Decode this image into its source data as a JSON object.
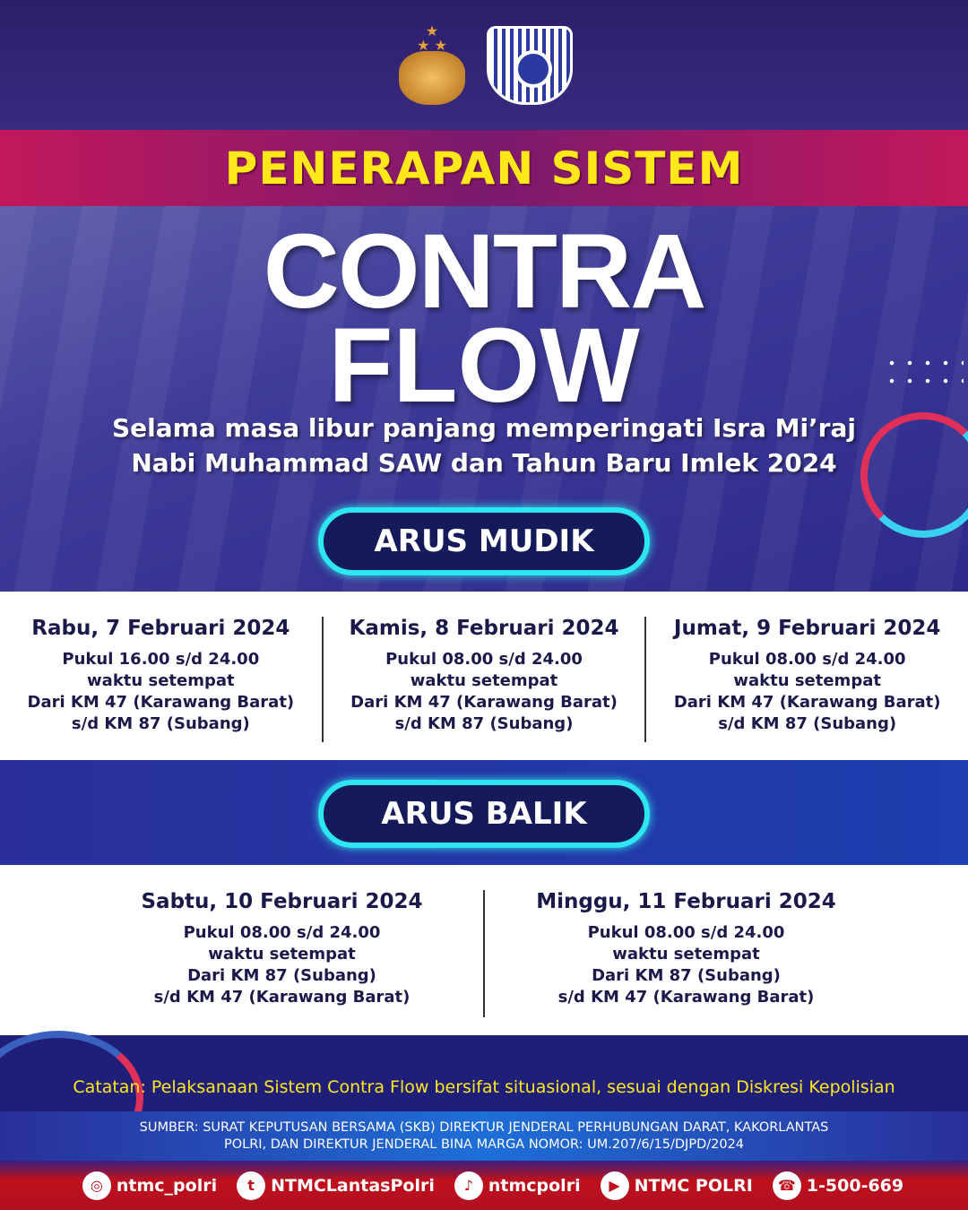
{
  "header": {
    "title": "PENERAPAN SISTEM",
    "headline_1": "CONTRA",
    "headline_2": "FLOW",
    "subtitle_1": "Selama masa libur panjang memperingati Isra Mi’raj",
    "subtitle_2": "Nabi Muhammad SAW dan Tahun Baru Imlek 2024"
  },
  "logos": [
    "polri-emblem",
    "korlantas-emblem"
  ],
  "mudik": {
    "label": "ARUS MUDIK",
    "days": [
      {
        "date": "Rabu, 7 Februari 2024",
        "time": "Pukul 16.00 s/d 24.00",
        "zone": "waktu setempat",
        "from": "Dari KM 47 (Karawang Barat)",
        "to": "s/d KM 87 (Subang)"
      },
      {
        "date": "Kamis, 8 Februari 2024",
        "time": "Pukul 08.00 s/d 24.00",
        "zone": "waktu setempat",
        "from": "Dari KM 47 (Karawang Barat)",
        "to": "s/d KM 87 (Subang)"
      },
      {
        "date": "Jumat, 9 Februari 2024",
        "time": "Pukul 08.00 s/d 24.00",
        "zone": "waktu setempat",
        "from": "Dari KM 47 (Karawang Barat)",
        "to": "s/d KM 87 (Subang)"
      }
    ]
  },
  "balik": {
    "label": "ARUS BALIK",
    "days": [
      {
        "date": "Sabtu, 10 Februari 2024",
        "time": "Pukul 08.00 s/d 24.00",
        "zone": "waktu setempat",
        "from": "Dari KM 87 (Subang)",
        "to": "s/d KM 47 (Karawang Barat)"
      },
      {
        "date": "Minggu, 11 Februari 2024",
        "time": "Pukul 08.00 s/d 24.00",
        "zone": "waktu setempat",
        "from": "Dari KM 87 (Subang)",
        "to": "s/d KM 47 (Karawang Barat)"
      }
    ]
  },
  "note": "Catatan: Pelaksanaan Sistem Contra Flow bersifat situasional, sesuai dengan Diskresi Kepolisian",
  "source_1": "SUMBER: SURAT KEPUTUSAN BERSAMA (SKB) DIREKTUR JENDERAL PERHUBUNGAN DARAT, KAKORLANTAS",
  "source_2": "POLRI, DAN DIREKTUR JENDERAL BINA MARGA NOMOR: UM.207/6/15/DJPD/2024",
  "social": [
    {
      "icon": "instagram-icon",
      "glyph": "◎",
      "label": "ntmc_polri"
    },
    {
      "icon": "twitter-icon",
      "glyph": "t",
      "label": "NTMCLantasPolri"
    },
    {
      "icon": "tiktok-icon",
      "glyph": "♪",
      "label": "ntmcpolri"
    },
    {
      "icon": "youtube-icon",
      "glyph": "▶",
      "label": "NTMC POLRI"
    },
    {
      "icon": "phone-agent-icon",
      "glyph": "☎",
      "label": "1-500-669"
    }
  ]
}
